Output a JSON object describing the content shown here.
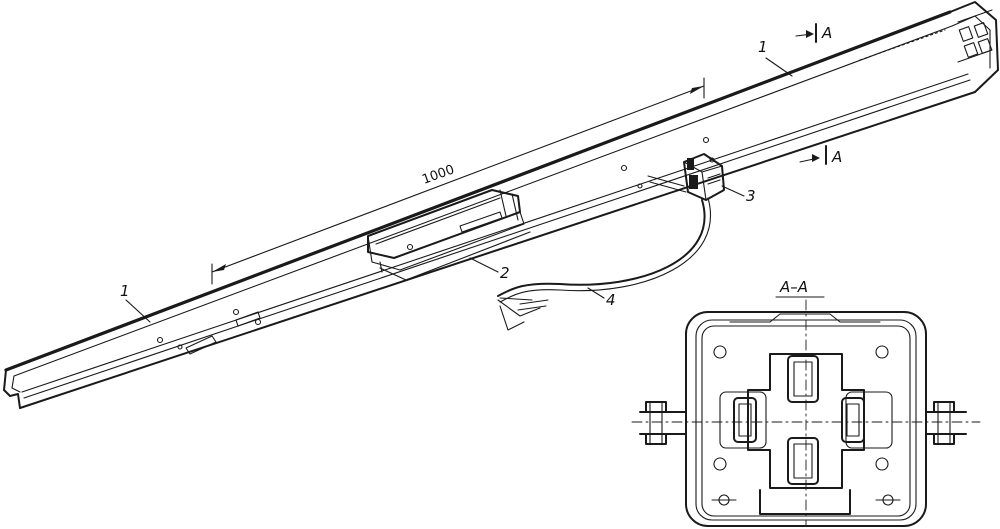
{
  "labels": {
    "part_1_left": "1",
    "part_1_right": "1",
    "part_2": "2",
    "part_3": "3",
    "part_4": "4",
    "section_mark_top": "A",
    "section_mark_bottom": "A",
    "section_title": "A–A"
  },
  "dimension": {
    "length": "1000"
  }
}
